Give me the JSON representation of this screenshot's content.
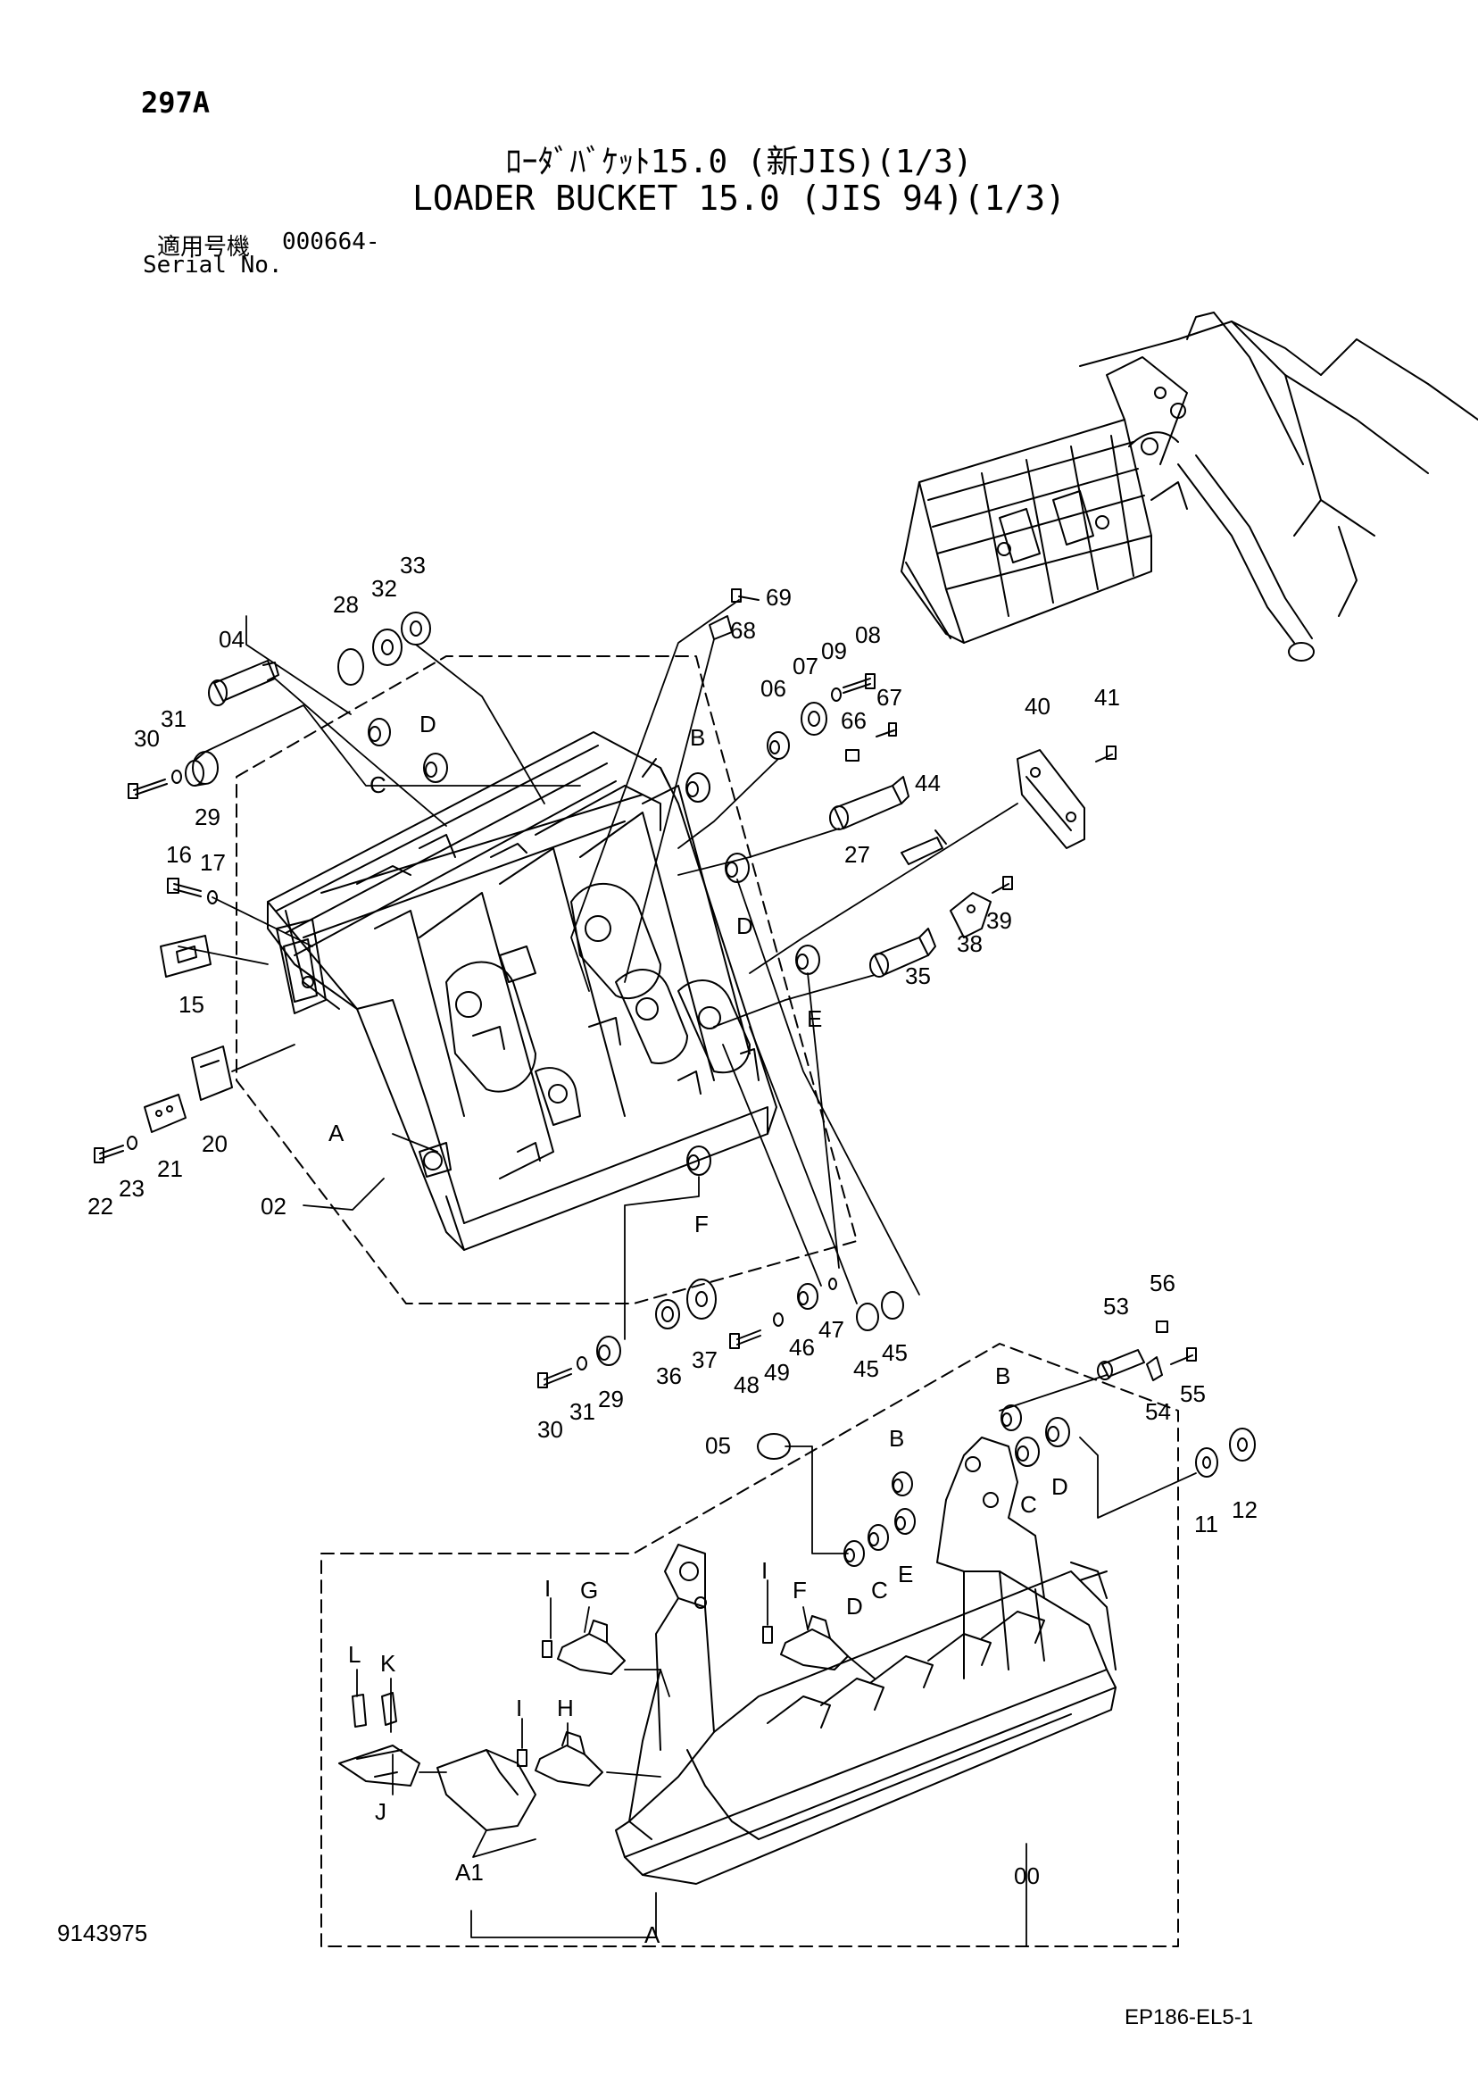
{
  "header": {
    "page_number": "297A",
    "title_ja": "ﾛｰﾀﾞﾊﾞｹｯﾄ15.0 (新JIS)(1/3)",
    "title_en": "LOADER BUCKET 15.0 (JIS 94)(1/3)",
    "serial_label_ja": "適用号機",
    "serial_value": "000664-",
    "serial_label_en": "Serial No."
  },
  "footer": {
    "document_number": "9143975",
    "drawing_code": "EP186-EL5-1"
  },
  "callouts": [
    {
      "id": "c33",
      "label": "33"
    },
    {
      "id": "c32",
      "label": "32"
    },
    {
      "id": "c28",
      "label": "28"
    },
    {
      "id": "c69",
      "label": "69"
    },
    {
      "id": "c68",
      "label": "68"
    },
    {
      "id": "c04",
      "label": "04"
    },
    {
      "id": "c08",
      "label": "08"
    },
    {
      "id": "c07",
      "label": "07"
    },
    {
      "id": "c09",
      "label": "09"
    },
    {
      "id": "c06",
      "label": "06"
    },
    {
      "id": "c67",
      "label": "67"
    },
    {
      "id": "c66",
      "label": "66"
    },
    {
      "id": "c30a",
      "label": "30"
    },
    {
      "id": "c31a",
      "label": "31"
    },
    {
      "id": "c29a",
      "label": "29"
    },
    {
      "id": "cD1",
      "label": "D"
    },
    {
      "id": "cC1",
      "label": "C"
    },
    {
      "id": "cB1",
      "label": "B"
    },
    {
      "id": "c40",
      "label": "40"
    },
    {
      "id": "c41",
      "label": "41"
    },
    {
      "id": "c44",
      "label": "44"
    },
    {
      "id": "c27",
      "label": "27"
    },
    {
      "id": "c16",
      "label": "16"
    },
    {
      "id": "c17",
      "label": "17"
    },
    {
      "id": "c15",
      "label": "15"
    },
    {
      "id": "cD2",
      "label": "D"
    },
    {
      "id": "c39",
      "label": "39"
    },
    {
      "id": "c38",
      "label": "38"
    },
    {
      "id": "c35",
      "label": "35"
    },
    {
      "id": "cE1",
      "label": "E"
    },
    {
      "id": "cA1",
      "label": "A"
    },
    {
      "id": "c20",
      "label": "20"
    },
    {
      "id": "c21",
      "label": "21"
    },
    {
      "id": "c22",
      "label": "22"
    },
    {
      "id": "c23",
      "label": "23"
    },
    {
      "id": "c02",
      "label": "02"
    },
    {
      "id": "cF1",
      "label": "F"
    },
    {
      "id": "c56",
      "label": "56"
    },
    {
      "id": "c53",
      "label": "53"
    },
    {
      "id": "c36",
      "label": "36"
    },
    {
      "id": "c37",
      "label": "37"
    },
    {
      "id": "c48",
      "label": "48"
    },
    {
      "id": "c49",
      "label": "49"
    },
    {
      "id": "c46",
      "label": "46"
    },
    {
      "id": "c47",
      "label": "47"
    },
    {
      "id": "c45a",
      "label": "45"
    },
    {
      "id": "c45b",
      "label": "45"
    },
    {
      "id": "c55",
      "label": "55"
    },
    {
      "id": "c54",
      "label": "54"
    },
    {
      "id": "c30b",
      "label": "30"
    },
    {
      "id": "c31b",
      "label": "31"
    },
    {
      "id": "c29b",
      "label": "29"
    },
    {
      "id": "cB2",
      "label": "B"
    },
    {
      "id": "c05",
      "label": "05"
    },
    {
      "id": "cB3",
      "label": "B"
    },
    {
      "id": "cC2",
      "label": "C"
    },
    {
      "id": "cD3",
      "label": "D"
    },
    {
      "id": "c11",
      "label": "11"
    },
    {
      "id": "c12",
      "label": "12"
    },
    {
      "id": "cD4",
      "label": "D"
    },
    {
      "id": "cC3",
      "label": "C"
    },
    {
      "id": "cE2",
      "label": "E"
    },
    {
      "id": "cG",
      "label": "G"
    },
    {
      "id": "cI1",
      "label": "I"
    },
    {
      "id": "cI2",
      "label": "I"
    },
    {
      "id": "cF2",
      "label": "F"
    },
    {
      "id": "cL",
      "label": "L"
    },
    {
      "id": "cK",
      "label": "K"
    },
    {
      "id": "cI3",
      "label": "I"
    },
    {
      "id": "cH",
      "label": "H"
    },
    {
      "id": "cJ",
      "label": "J"
    },
    {
      "id": "cA1b",
      "label": "A1"
    },
    {
      "id": "c00",
      "label": "00"
    },
    {
      "id": "cA2",
      "label": "A"
    }
  ]
}
